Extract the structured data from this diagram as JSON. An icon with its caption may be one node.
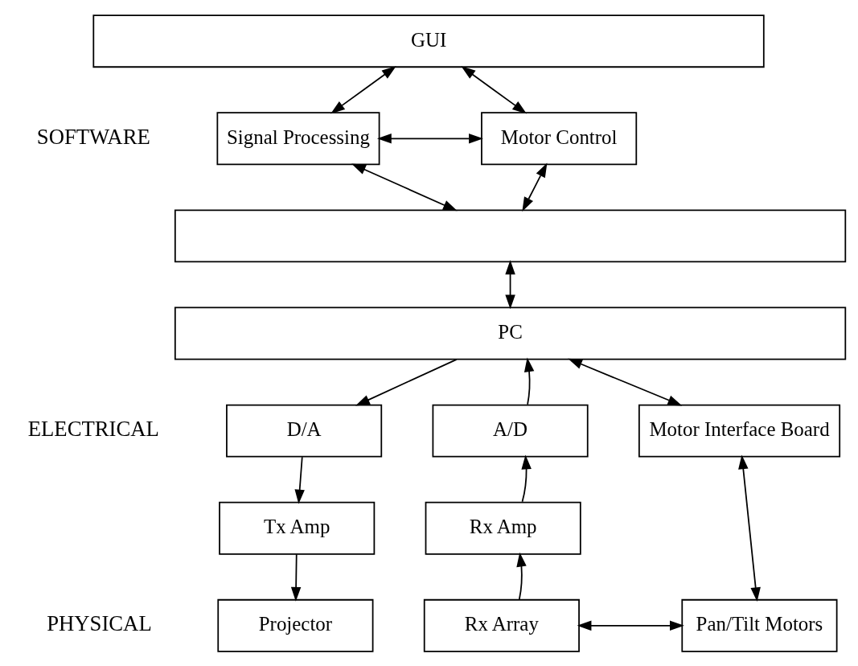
{
  "diagram": {
    "nodes": [
      {
        "text": [
          "GUI"
        ]
      },
      {
        "text": [
          "Signal Processing"
        ]
      },
      {
        "text": [
          "Motor Control"
        ]
      },
      {
        "text": [],
        "shape": "box"
      },
      {
        "text": [
          "PC"
        ]
      },
      {
        "text": [
          "D/A"
        ]
      },
      {
        "text": [
          "A/D"
        ]
      },
      {
        "text": [
          "Motor Interface Board"
        ]
      },
      {
        "text": [
          "Tx Amp"
        ]
      },
      {
        "text": [
          "Rx Amp"
        ]
      },
      {
        "text": [
          "Projector"
        ]
      },
      {
        "text": [
          "Rx Array"
        ]
      },
      {
        "text": [
          "Pan/Tilt Motors"
        ]
      }
    ],
    "edges": [
      {
        "from": 0,
        "to": 1,
        "arrow": "both"
      },
      {
        "from": 0,
        "to": 2,
        "arrow": "both"
      },
      {
        "from": 1,
        "to": 2,
        "arrow": "both"
      },
      {
        "from": 1,
        "to": 3,
        "arrow": "both"
      },
      {
        "from": 2,
        "to": 3,
        "arrow": "both"
      },
      {
        "from": 3,
        "to": 4,
        "arrow": "both"
      },
      {
        "from": 4,
        "to": 5,
        "arrow": "to"
      },
      {
        "from": 6,
        "to": 4,
        "arrow": "to"
      },
      {
        "from": 4,
        "to": 7,
        "arrow": "both"
      },
      {
        "from": 5,
        "to": 8,
        "arrow": "to"
      },
      {
        "from": 9,
        "to": 6,
        "arrow": "to"
      },
      {
        "from": 7,
        "to": 12,
        "arrow": "both"
      },
      {
        "from": 8,
        "to": 10,
        "arrow": "to"
      },
      {
        "from": 11,
        "to": 9,
        "arrow": "to"
      },
      {
        "from": 11,
        "to": 12,
        "arrow": "both"
      }
    ],
    "labels": [
      "SOFTWARE",
      "ELECTRICAL",
      "PHYSICAL"
    ]
  }
}
